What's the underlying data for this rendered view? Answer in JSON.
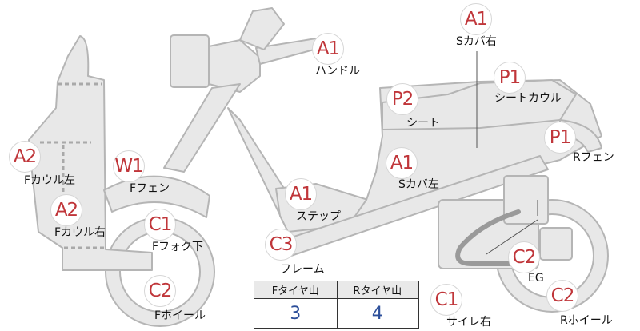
{
  "parts": [
    {
      "id": "s-cover-right",
      "grade": "A1",
      "label": "Sカバ右"
    },
    {
      "id": "handle",
      "grade": "A1",
      "label": "ハンドル"
    },
    {
      "id": "seat-cowl",
      "grade": "P1",
      "label": "シートカウル"
    },
    {
      "id": "seat",
      "grade": "P2",
      "label": "シート"
    },
    {
      "id": "r-fender",
      "grade": "P1",
      "label": "Rフェン"
    },
    {
      "id": "f-cowl-left",
      "grade": "A2",
      "label": "Fカウル左"
    },
    {
      "id": "f-fender",
      "grade": "W1",
      "label": "Fフェン"
    },
    {
      "id": "s-cover-left",
      "grade": "A1",
      "label": "Sカバ左"
    },
    {
      "id": "step",
      "grade": "A1",
      "label": "ステップ"
    },
    {
      "id": "f-cowl-right",
      "grade": "A2",
      "label": "Fカウル右"
    },
    {
      "id": "f-fork-lower",
      "grade": "C1",
      "label": "Fフォク下"
    },
    {
      "id": "frame",
      "grade": "C3",
      "label": "フレーム"
    },
    {
      "id": "engine",
      "grade": "C2",
      "label": "EG"
    },
    {
      "id": "f-wheel",
      "grade": "C2",
      "label": "Fホイール"
    },
    {
      "id": "muffler-right",
      "grade": "C1",
      "label": "サイレ右"
    },
    {
      "id": "r-wheel",
      "grade": "C2",
      "label": "Rホイール"
    }
  ],
  "tread_table": {
    "front_header": "Fタイヤ山",
    "rear_header": "Rタイヤ山",
    "front_value": "3",
    "rear_value": "4"
  },
  "colors": {
    "grade_text": "#c0363a",
    "tread_value": "#2c4f9a",
    "body_fill": "#e8e8e8",
    "body_stroke": "#b5b5b5"
  }
}
